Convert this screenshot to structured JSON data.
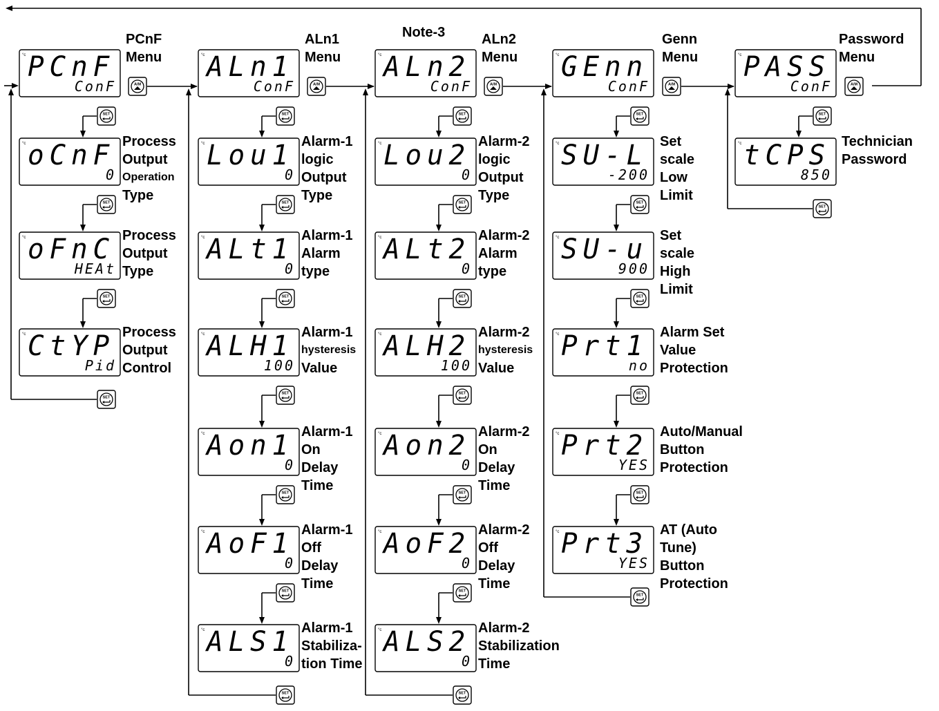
{
  "title_note": "Note-3",
  "button_labels": {
    "am": "A/M",
    "set": "SET"
  },
  "unit_indicator": "°c",
  "menus": [
    {
      "id": "pcnf",
      "heading": [
        "PCnF",
        "Menu"
      ],
      "display": {
        "top": "PCnF",
        "bottom": "ConF"
      },
      "params": [
        {
          "top": "oCnF",
          "bottom": "0",
          "label": [
            [
              "Process"
            ],
            [
              "Output"
            ],
            [
              "Operation",
              "sm"
            ],
            [
              "Type"
            ]
          ]
        },
        {
          "top": "oFnC",
          "bottom": "HEAt",
          "label": [
            [
              "Process"
            ],
            [
              "Output"
            ],
            [
              "Type"
            ]
          ]
        },
        {
          "top": "CtYP",
          "bottom": "Pid",
          "label": [
            [
              "Process"
            ],
            [
              "Output"
            ],
            [
              "Control"
            ]
          ]
        }
      ]
    },
    {
      "id": "aln1",
      "heading": [
        "ALn1",
        "Menu"
      ],
      "display": {
        "top": "ALn1",
        "bottom": "ConF"
      },
      "params": [
        {
          "top": "Lou1",
          "bottom": "0",
          "label": [
            [
              "Alarm-1"
            ],
            [
              "logic"
            ],
            [
              "Output"
            ],
            [
              "Type"
            ]
          ]
        },
        {
          "top": "ALt1",
          "bottom": "0",
          "label": [
            [
              "Alarm-1"
            ],
            [
              "Alarm"
            ],
            [
              "type"
            ]
          ]
        },
        {
          "top": "ALH1",
          "bottom": "100",
          "label": [
            [
              "Alarm-1"
            ],
            [
              "hysteresis",
              "sm"
            ],
            [
              "Value"
            ]
          ]
        },
        {
          "top": "Aon1",
          "bottom": "0",
          "label": [
            [
              "Alarm-1"
            ],
            [
              "On"
            ],
            [
              "Delay"
            ],
            [
              "Time"
            ]
          ]
        },
        {
          "top": "AoF1",
          "bottom": "0",
          "label": [
            [
              "Alarm-1"
            ],
            [
              "Off"
            ],
            [
              "Delay"
            ],
            [
              "Time"
            ]
          ]
        },
        {
          "top": "ALS1",
          "bottom": "0",
          "label": [
            [
              "Alarm-1"
            ],
            [
              "Stabiliza-"
            ],
            [
              "tion Time"
            ]
          ]
        }
      ]
    },
    {
      "id": "aln2",
      "heading": [
        "ALn2",
        "Menu"
      ],
      "display": {
        "top": "ALn2",
        "bottom": "ConF"
      },
      "params": [
        {
          "top": "Lou2",
          "bottom": "0",
          "label": [
            [
              "Alarm-2"
            ],
            [
              "logic"
            ],
            [
              "Output"
            ],
            [
              "Type"
            ]
          ]
        },
        {
          "top": "ALt2",
          "bottom": "0",
          "label": [
            [
              "Alarm-2"
            ],
            [
              "Alarm"
            ],
            [
              "type"
            ]
          ]
        },
        {
          "top": "ALH2",
          "bottom": "100",
          "label": [
            [
              "Alarm-2"
            ],
            [
              "hysteresis",
              "sm"
            ],
            [
              "Value"
            ]
          ]
        },
        {
          "top": "Aon2",
          "bottom": "0",
          "label": [
            [
              "Alarm-2"
            ],
            [
              "On"
            ],
            [
              "Delay"
            ],
            [
              "Time"
            ]
          ]
        },
        {
          "top": "AoF2",
          "bottom": "0",
          "label": [
            [
              "Alarm-2"
            ],
            [
              "Off"
            ],
            [
              "Delay"
            ],
            [
              "Time"
            ]
          ]
        },
        {
          "top": "ALS2",
          "bottom": "0",
          "label": [
            [
              "Alarm-2"
            ],
            [
              "Stabilization"
            ],
            [
              "Time"
            ]
          ]
        }
      ]
    },
    {
      "id": "genn",
      "heading": [
        "Genn",
        "Menu"
      ],
      "display": {
        "top": "GEnn",
        "bottom": "ConF"
      },
      "params": [
        {
          "top": "SU-L",
          "bottom": "-200",
          "label": [
            [
              "Set"
            ],
            [
              "scale"
            ],
            [
              "Low"
            ],
            [
              "Limit"
            ]
          ]
        },
        {
          "top": "SU-u",
          "bottom": "900",
          "label": [
            [
              "Set"
            ],
            [
              "scale"
            ],
            [
              "High"
            ],
            [
              "Limit"
            ]
          ]
        },
        {
          "top": "Prt1",
          "bottom": "no",
          "label": [
            [
              "Alarm Set"
            ],
            [
              "Value"
            ],
            [
              "Protection"
            ]
          ]
        },
        {
          "top": "Prt2",
          "bottom": "YES",
          "label": [
            [
              "Auto/Manual"
            ],
            [
              "Button"
            ],
            [
              "Protection"
            ]
          ]
        },
        {
          "top": "Prt3",
          "bottom": "YES",
          "label": [
            [
              "AT (Auto"
            ],
            [
              "Tune)"
            ],
            [
              "Button"
            ],
            [
              "Protection"
            ]
          ]
        }
      ]
    },
    {
      "id": "pass",
      "heading": [
        "Password",
        "Menu"
      ],
      "display": {
        "top": "PASS",
        "bottom": "ConF"
      },
      "params": [
        {
          "top": "tCPS",
          "bottom": "850",
          "label": [
            [
              "Technician"
            ],
            [
              "Password"
            ]
          ]
        }
      ]
    }
  ]
}
